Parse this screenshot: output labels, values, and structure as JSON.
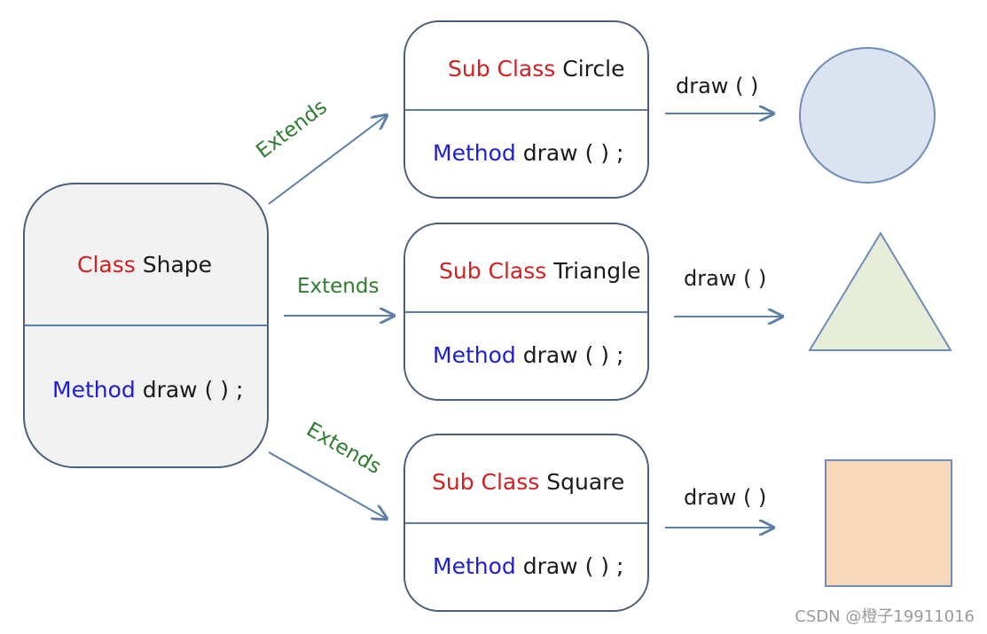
{
  "parent": {
    "keyword": "Class",
    "name": "Shape",
    "method_keyword": "Method",
    "method_sig": "draw ( ) ;"
  },
  "edge_label": "Extends",
  "arrow_label": "draw ( )",
  "subclasses": [
    {
      "keyword": "Sub Class",
      "name": "Circle",
      "method_keyword": "Method",
      "method_sig": "draw ( ) ;",
      "shape": "circle"
    },
    {
      "keyword": "Sub Class",
      "name": "Triangle",
      "method_keyword": "Method",
      "method_sig": "draw ( ) ;",
      "shape": "triangle"
    },
    {
      "keyword": "Sub Class",
      "name": "Square",
      "method_keyword": "Method",
      "method_sig": "draw ( ) ;",
      "shape": "square"
    }
  ],
  "colors": {
    "keyword": "#d42020",
    "method": "#1e1ed6",
    "edge_label": "#2e7d2e",
    "arrow": "#5b7fa8",
    "circle_fill": "#dbe3f0",
    "triangle_fill": "#e8edda",
    "square_fill": "#f6d7b9"
  },
  "watermark": "CSDN @橙子19911016"
}
